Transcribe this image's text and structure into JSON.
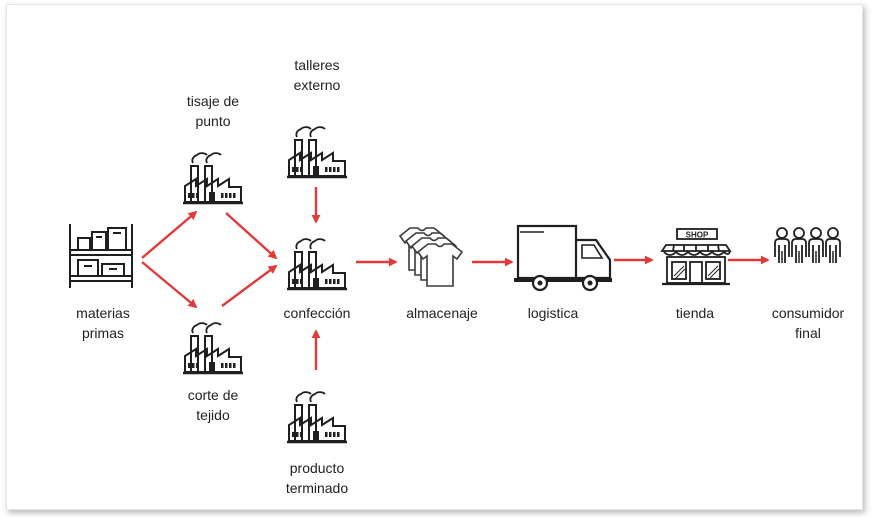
{
  "colors": {
    "arrow": "#e03a3a",
    "icon": "#1f1f1f"
  },
  "nodes": {
    "raw_materials": {
      "label": "materias\nprimas",
      "icon": "shelf-boxes-icon"
    },
    "knitting": {
      "label": "tisaje de\npunto",
      "icon": "factory-icon"
    },
    "fabric_cutting": {
      "label": "corte de\ntejido",
      "icon": "factory-icon"
    },
    "external_workshops": {
      "label": "talleres\nexterno",
      "icon": "factory-icon"
    },
    "manufacturing": {
      "label": "confección",
      "icon": "factory-icon"
    },
    "finished_product": {
      "label": "producto\nterminado",
      "icon": "factory-icon"
    },
    "warehousing": {
      "label": "almacenaje",
      "icon": "tshirts-icon"
    },
    "logistics": {
      "label": "logistica",
      "icon": "truck-icon"
    },
    "store": {
      "label": "tienda",
      "icon": "shop-icon",
      "sign": "SHOP"
    },
    "consumer": {
      "label": "consumidor\nfinal",
      "icon": "people-icon"
    }
  }
}
